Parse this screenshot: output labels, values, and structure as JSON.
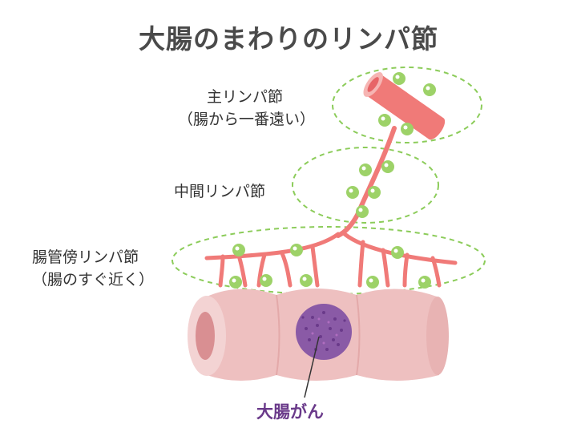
{
  "title": "大腸のまわりのリンパ節",
  "labels": {
    "main_node": "主リンパ節",
    "main_node_note": "（腸から一番遠い）",
    "intermediate_node": "中間リンパ節",
    "pericolic_node": "腸管傍リンパ節",
    "pericolic_node_note": "（腸のすぐ近く）",
    "cancer": "大腸がん"
  },
  "colors": {
    "vessel": "#f07a78",
    "vessel_end": "#f6b5b3",
    "node": "#9dd268",
    "node_highlight": "#ffffff",
    "dashed_region": "#8ccc5a",
    "colon": "#eec0c0",
    "colon_shade": "#e3a9a9",
    "colon_end": "#f3d3d3",
    "colon_lumen": "#d98f92",
    "cancer": "#8a5aa6",
    "cancer_dots": "#6a3a8a",
    "title_text": "#4a4a4a",
    "cancer_text": "#6a3a8a"
  }
}
